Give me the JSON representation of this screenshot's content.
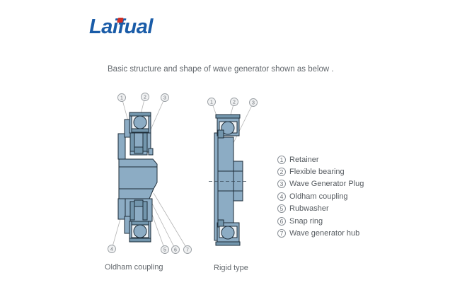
{
  "logo": {
    "text": "Laifual"
  },
  "caption": "Basic structure and shape of wave generator shown as below .",
  "diagram_left": {
    "label": "Oldham coupling",
    "callouts": [
      "1",
      "2",
      "3",
      "4",
      "5",
      "6",
      "7"
    ]
  },
  "diagram_right": {
    "label": "Rigid type",
    "callouts": [
      "1",
      "2",
      "3"
    ]
  },
  "legend": {
    "items": [
      {
        "num": "1",
        "label": "Retainer"
      },
      {
        "num": "2",
        "label": "Flexible bearing"
      },
      {
        "num": "3",
        "label": "Wave Generator Plug"
      },
      {
        "num": "4",
        "label": "Oldham coupling"
      },
      {
        "num": "5",
        "label": "Rubwasher"
      },
      {
        "num": "6",
        "label": "Snap ring"
      },
      {
        "num": "7",
        "label": "Wave generator hub"
      }
    ]
  },
  "colors": {
    "logo_blue": "#1a5ca8",
    "logo_red": "#cf2e26",
    "part_fill": "#8cacc4",
    "part_fill_dark": "#7396ad",
    "outline": "#1e2d39",
    "text_gray": "#5f646a"
  }
}
